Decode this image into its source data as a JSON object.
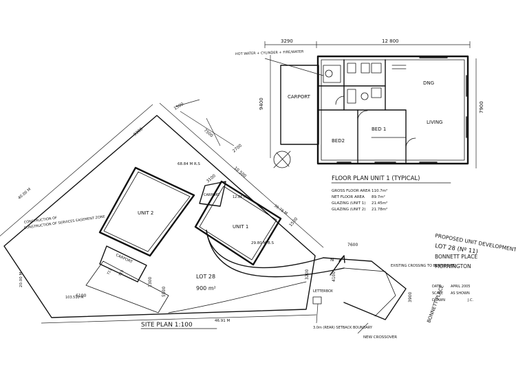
{
  "floor_plan": {
    "title": "FLOOR PLAN  UNIT 1 (TYPICAL)",
    "dims": {
      "top_left": "3290",
      "top_right": "12 800",
      "left_side": "9400",
      "right_side": "7900"
    },
    "rooms": {
      "carport": "CARPORT",
      "dining": "DNG",
      "living": "LIVING",
      "bed1": "BED 1",
      "bed2": "BED2"
    },
    "callout": "HOT WATER + CYLINDER + FIRE/WATER",
    "areas": [
      {
        "label": "GROSS FLOOR AREA",
        "value": "110.7m²"
      },
      {
        "label": "NET FLOOR AREA",
        "value": "89.7m²"
      },
      {
        "label": "GLAZING (UNIT 1)",
        "value": "21.45m²"
      },
      {
        "label": "GLAZING (UNIT 2)",
        "value": "21.78m²"
      }
    ]
  },
  "site_plan": {
    "title": "SITE PLAN 1:100",
    "lot": "LOT 28",
    "lot_area": "900 m²",
    "unit1": "UNIT 1",
    "unit2": "UNIT 2",
    "carport": "CARPORT",
    "carport_small": "CARPORT",
    "easement": "CONSTRUCTION OF SERVICES EASEMENT ZONE",
    "street": "BONNETT PLACE",
    "new_crossover": "NEW CROSSOVER",
    "existing_crossing": "EXISTING CROSSING TO BE REMOVED",
    "letterbox": "LETTERBOX",
    "boundary_note": "3.0m (REAR) SETBACK BOUNDARY",
    "north": "N",
    "dims": {
      "d1": "1500",
      "d2": "9300",
      "d3": "7500",
      "d4": "2700",
      "d5": "10 500",
      "d6": "1500",
      "d7": "3100",
      "d8": "7600",
      "d9": "3200",
      "d10": "4100",
      "d11": "3900",
      "d12": "1300",
      "d13": "5500",
      "d14": "6100",
      "b1": "68.84 M  R.S",
      "b2": "29.80 M  B.S",
      "b3": "30.78 M",
      "b4": "46.91 M",
      "b5": "40.00 M",
      "b6": "20.00 M",
      "b7": "103.510 M",
      "b8": "12.86 M"
    }
  },
  "title_block": {
    "line1": "PROPOSED UNIT DEVELOPMENT",
    "line2": "LOT 28 (Nº 11)",
    "line3": "BONNETT PLACE",
    "line4": "MORNINGTON",
    "date_label": "DATE",
    "date_value": "APRIL 2005",
    "scale_label": "SCALE",
    "scale_value": "AS SHOWN",
    "drawn_label": "DRAWN",
    "drawn_value": "J.C."
  }
}
